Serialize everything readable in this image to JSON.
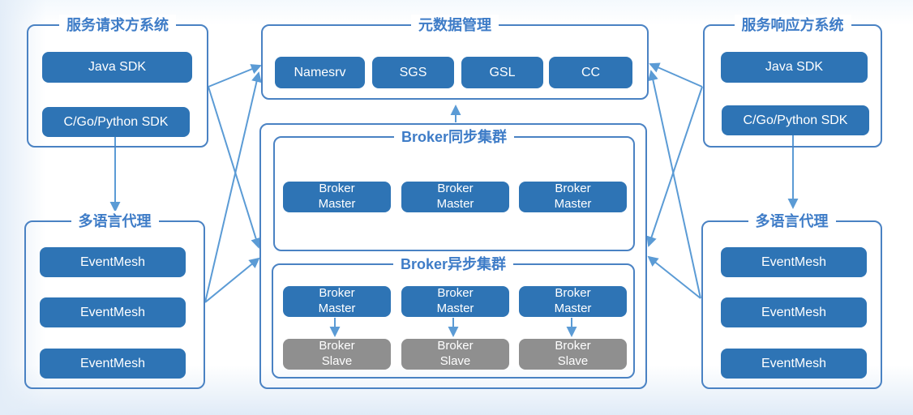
{
  "palette": {
    "node_blue": "#2e74b5",
    "node_gray": "#8f8f8f",
    "border_blue": "#4a82c3",
    "title_blue": "#3e7cc7",
    "arrow_blue": "#5b9bd5"
  },
  "requester": {
    "title": "服务请求方系统",
    "buttons": [
      "Java SDK",
      "C/Go/Python SDK"
    ]
  },
  "responder": {
    "title": "服务响应方系统",
    "buttons": [
      "Java SDK",
      "C/Go/Python SDK"
    ]
  },
  "left_proxy": {
    "title": "多语言代理",
    "buttons": [
      "EventMesh",
      "EventMesh",
      "EventMesh"
    ]
  },
  "right_proxy": {
    "title": "多语言代理",
    "buttons": [
      "EventMesh",
      "EventMesh",
      "EventMesh"
    ]
  },
  "metadata": {
    "title": "元数据管理",
    "buttons": [
      "Namesrv",
      "SGS",
      "GSL",
      "CC"
    ]
  },
  "broker_sync": {
    "title": "Broker同步集群",
    "masters": [
      {
        "line1": "Broker",
        "line2": "Master"
      },
      {
        "line1": "Broker",
        "line2": "Master"
      },
      {
        "line1": "Broker",
        "line2": "Master"
      }
    ]
  },
  "broker_async": {
    "title": "Broker异步集群",
    "masters": [
      {
        "line1": "Broker",
        "line2": "Master"
      },
      {
        "line1": "Broker",
        "line2": "Master"
      },
      {
        "line1": "Broker",
        "line2": "Master"
      }
    ],
    "slaves": [
      {
        "line1": "Broker",
        "line2": "Slave"
      },
      {
        "line1": "Broker",
        "line2": "Slave"
      },
      {
        "line1": "Broker",
        "line2": "Slave"
      }
    ]
  }
}
